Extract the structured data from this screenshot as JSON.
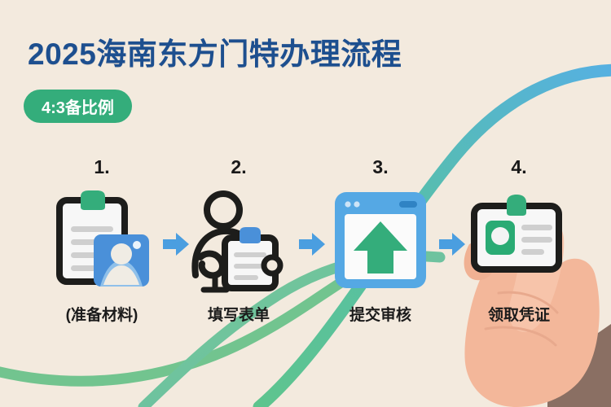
{
  "meta": {
    "background_color": "#f3eade",
    "title_color": "#1d4f8f",
    "badge_color": "#34ad7b",
    "accent_green": "#34ad7b",
    "accent_blue": "#4a9ee0",
    "swoosh_green": "#6ec290",
    "swoosh_blue": "#5aade0",
    "skin_color": "#f2b89b",
    "outline_color": "#1d1d1b"
  },
  "header": {
    "title": "2025海南东方门特办理流程",
    "badge": "4:3备比例"
  },
  "steps": [
    {
      "number": "1.",
      "label": "(准备材料)",
      "icon": "clipboard-photo-icon"
    },
    {
      "number": "2.",
      "label": "填写表单",
      "icon": "person-clipboard-icon"
    },
    {
      "number": "3.",
      "label": "提交审核",
      "icon": "browser-upload-icon"
    },
    {
      "number": "4.",
      "label": "领取凭证",
      "icon": "id-card-hand-icon"
    }
  ],
  "connectors": [
    {
      "name": "arrow-right-icon"
    },
    {
      "name": "arrow-right-icon"
    },
    {
      "name": "arrow-right-icon"
    }
  ]
}
